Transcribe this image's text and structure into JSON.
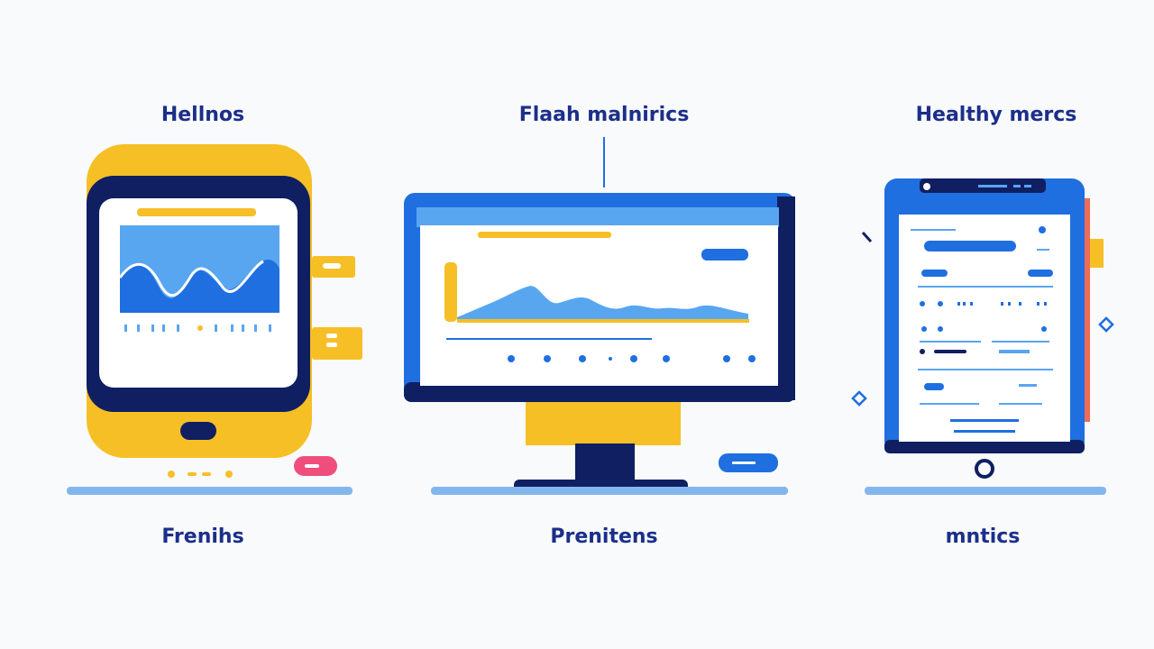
{
  "devices": [
    {
      "title": "Hellnos",
      "caption": "Frenihs"
    },
    {
      "title": "Flaah malnirics",
      "caption": "Prenitens"
    },
    {
      "title": "Healthy mercs",
      "caption": "mntics"
    }
  ],
  "colors": {
    "background": "#f9fafc",
    "navy": "#0f1f62",
    "blue": "#1f6fe0",
    "light_blue": "#58a6f0",
    "yellow": "#f6bf26",
    "pink": "#ef4e7c",
    "orange_red": "#f06a55",
    "text": "#1b2f8a"
  }
}
